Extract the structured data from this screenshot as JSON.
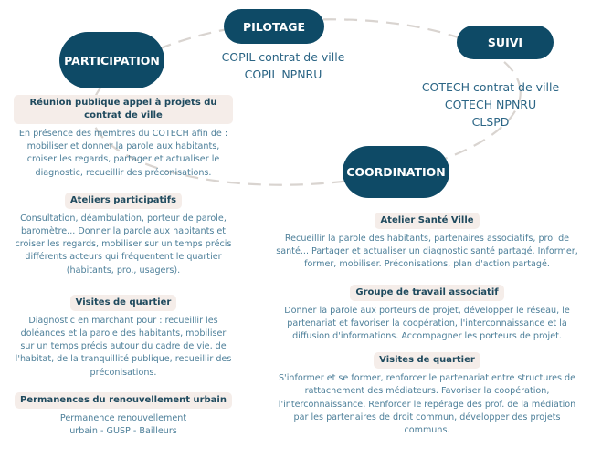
{
  "colors": {
    "pill": "#0e4a66",
    "heading_bg": "#f5ede9",
    "heading_text": "#1f4a5e",
    "body_text": "#4d7f99",
    "arc": "#d9d4d0"
  },
  "nodes": {
    "participation": "PARTICIPATION",
    "pilotage": "PILOTAGE",
    "suivi": "SUIVI",
    "coordination": "COORDINATION"
  },
  "pilotage_items": [
    "COPIL contrat de ville",
    "COPIL NPNRU"
  ],
  "suivi_items": [
    "COTECH contrat de ville",
    "COTECH NPNRU",
    "CLSPD"
  ],
  "participation_sections": [
    {
      "title": "Réunion publique appel à projets du contrat de ville",
      "text": "En présence des membres du COTECH afin de : mobiliser et donner la parole aux habitants, croiser les regards, partager et actualiser le diagnostic, recueillir des préconisations."
    },
    {
      "title": "Ateliers participatifs",
      "text": "Consultation, déambulation, porteur de parole, baromètre... Donner la parole aux habitants et croiser les regards, mobiliser sur un temps précis différents acteurs qui fréquentent le quartier (habitants, pro., usagers)."
    },
    {
      "title": "Visites de quartier",
      "text": "Diagnostic en marchant pour : recueillir les doléances et la parole des habitants, mobiliser sur un temps précis autour du cadre de vie, de l'habitat, de la tranquillité publique, recueillir des préconisations."
    },
    {
      "title": "Permanences du renouvellement urbain",
      "text": "Permanence renouvellement urbain - GUSP - Bailleurs"
    }
  ],
  "coordination_sections": [
    {
      "title": "Atelier Santé Ville",
      "text": "Recueillir la parole des habitants, partenaires associatifs, pro. de santé... Partager et actualiser un diagnostic santé partagé. Informer, former, mobiliser. Préconisations, plan d'action partagé."
    },
    {
      "title": "Groupe de travail associatif",
      "text": "Donner la parole aux porteurs de projet, développer le réseau, le partenariat et favoriser la coopération, l'interconnaissance et la diffusion d'informations. Accompagner les porteurs de projet."
    },
    {
      "title": "Visites de quartier",
      "text": "S'informer et se former, renforcer le partenariat entre structures de rattachement des médiateurs. Favoriser la coopération, l'interconnaissance. Renforcer le repérage des prof. de la médiation par les partenaires de droit commun, développer des projets communs."
    }
  ]
}
